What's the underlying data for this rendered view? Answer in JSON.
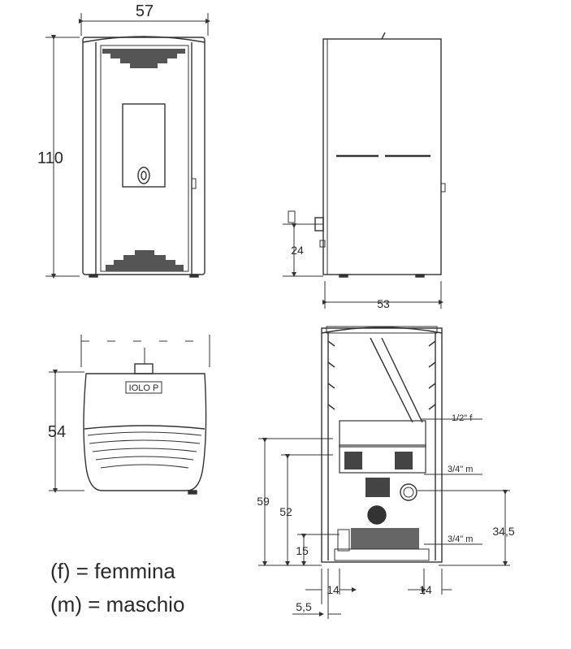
{
  "front_view": {
    "width_label": "57",
    "height_label": "110"
  },
  "side_view": {
    "depth_label": "53",
    "outlet_height_label": "24"
  },
  "top_view": {
    "depth_label": "54",
    "panel_label": "IOLO P"
  },
  "rear_view": {
    "fitting_1": "1/2\" f",
    "fitting_2": "3/4\" m",
    "fitting_3": "3/4\" m",
    "h_59": "59",
    "h_52": "52",
    "h_15": "15",
    "h_345": "34,5",
    "w_14_left": "14",
    "w_14_right": "14",
    "w_55": "5,5"
  },
  "legend": {
    "female": "(f) = femmina",
    "male": "(m) = maschio"
  }
}
